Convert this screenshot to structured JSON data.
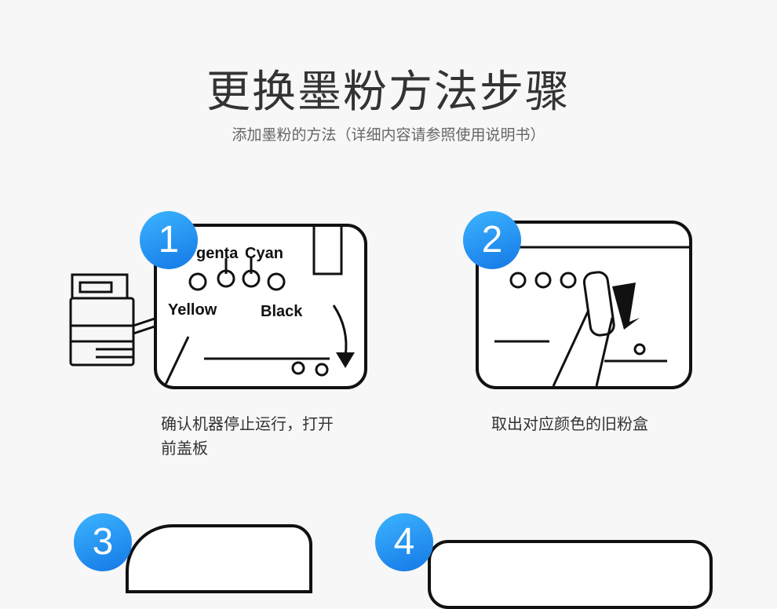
{
  "header": {
    "title": "更换墨粉方法步骤",
    "subtitle": "添加墨粉的方法（详细内容请参照使用说明书）"
  },
  "steps": [
    {
      "number": "1",
      "caption_line1": "确认机器停止运行，打开",
      "caption_line2": "前盖板",
      "labels": {
        "magenta": "genta",
        "cyan": "Cyan",
        "yellow": "Yellow",
        "black": "Black"
      }
    },
    {
      "number": "2",
      "caption_line1": "取出对应颜色的旧粉盒"
    },
    {
      "number": "3"
    },
    {
      "number": "4"
    }
  ],
  "colors": {
    "badge": "#1e8ff0",
    "title": "#333333"
  }
}
